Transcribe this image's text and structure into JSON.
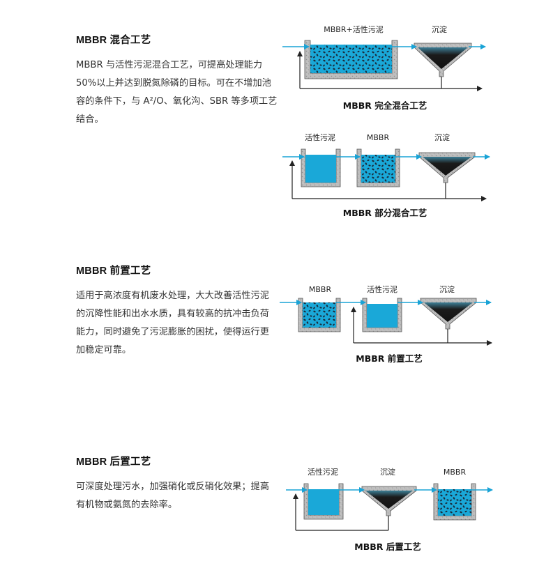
{
  "sections": [
    {
      "title": "MBBR 混合工艺",
      "body": "MBBR 与活性污泥混合工艺，可提高处理能力 50%以上并达到脱氮除磷的目标。可在不增加池容的条件下，与 A²/O、氧化沟、SBR 等多项工艺结合。"
    },
    {
      "title": "MBBR 前置工艺",
      "body": "适用于高浓度有机废水处理，大大改善活性污泥的沉降性能和出水水质，具有较高的抗冲击负荷能力，同时避免了污泥膨胀的困扰，使得运行更加稳定可靠。"
    },
    {
      "title": "MBBR 后置工艺",
      "body": "可深度处理污水，加强硝化或反硝化效果；提高有机物或氨氮的去除率。"
    }
  ],
  "diagrams": {
    "complete_mix": {
      "caption": "MBBR 完全混合工艺",
      "tank_label": "MBBR+活性污泥",
      "settler_label": "沉淀"
    },
    "partial_mix": {
      "caption": "MBBR 部分混合工艺",
      "tank1_label": "活性污泥",
      "tank2_label": "MBBR",
      "settler_label": "沉淀"
    },
    "pre": {
      "caption": "MBBR 前置工艺",
      "tank1_label": "MBBR",
      "tank2_label": "活性污泥",
      "settler_label": "沉淀"
    },
    "post": {
      "caption": "MBBR 后置工艺",
      "tank1_label": "活性污泥",
      "settler_label": "沉淀",
      "tank2_label": "MBBR"
    }
  },
  "colors": {
    "water": "#1aa8d8",
    "flow_arrow": "#19a3d6",
    "concrete": "#b9b9b9",
    "sludge": "#1a1a1a"
  }
}
